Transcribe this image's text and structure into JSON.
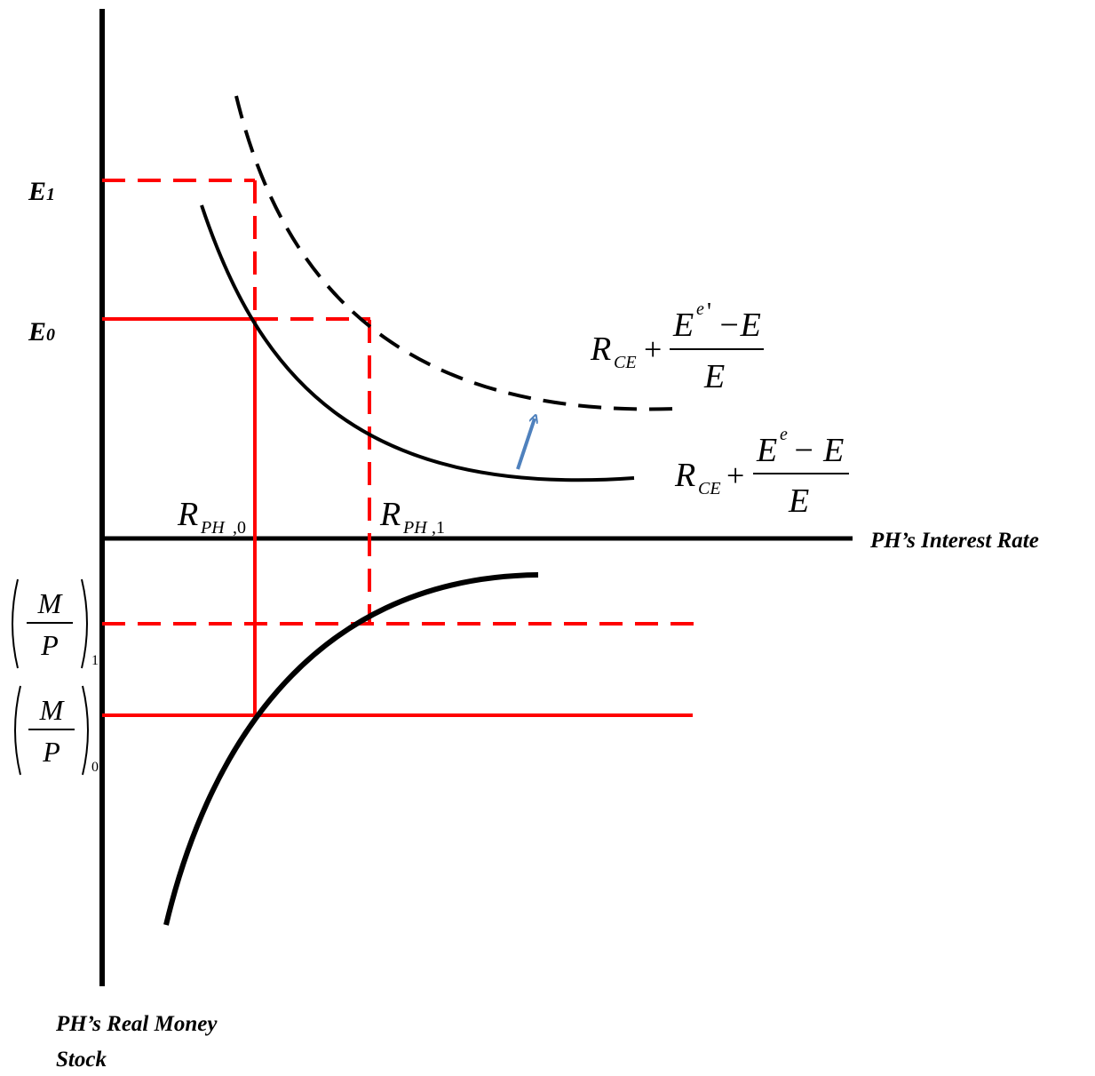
{
  "labels": {
    "e1": "E",
    "e1_sub": "1",
    "e0": "E",
    "e0_sub": "0",
    "x_axis": "PH’s Interest Rate",
    "y_axis_line1": "PH’s Real Money",
    "y_axis_line2": "Stock",
    "r_ph0_main": "R",
    "r_ph0_sub": "PH",
    "r_ph0_idx": ",0",
    "r_ph1_main": "R",
    "r_ph1_sub": "PH",
    "r_ph1_idx": ",1",
    "mp_num": "M",
    "mp_den": "P",
    "mp1_idx": "1",
    "mp0_idx": "0"
  },
  "equations": {
    "new_curve": {
      "r": "R",
      "r_sub": "CE",
      "plus": "+",
      "num_e": "E",
      "num_sup": "e",
      "num_prime": "'",
      "num_rest": "−E",
      "den": "E"
    },
    "old_curve": {
      "r": "R",
      "r_sub": "CE",
      "plus": "+",
      "num_e": "E",
      "num_sup": "e",
      "num_rest": "− E",
      "den": "E"
    }
  },
  "colors": {
    "axis": "#000000",
    "curve": "#000000",
    "guide": "#ff0000",
    "arrow": "#4f81bd"
  }
}
